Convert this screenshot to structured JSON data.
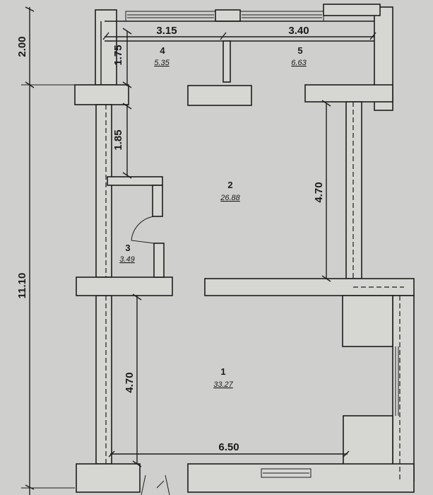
{
  "rooms": [
    {
      "number": "1",
      "area": "33.27"
    },
    {
      "number": "2",
      "area": "26.88"
    },
    {
      "number": "3",
      "area": "3.49"
    },
    {
      "number": "4",
      "area": "5.35"
    },
    {
      "number": "5",
      "area": "6.63"
    }
  ],
  "dimensions": {
    "left_total": "11.10",
    "left_top": "2.00",
    "balcony_depth": "1.75",
    "corridor_segment": "1.85",
    "lower_left": "4.70",
    "right_wall": "4.70",
    "bottom_width": "6.50",
    "balcony_left_width": "3.15",
    "balcony_right_width": "3.40"
  },
  "colors": {
    "paper": "#cfcfcd",
    "ink": "#1d1d1d"
  }
}
